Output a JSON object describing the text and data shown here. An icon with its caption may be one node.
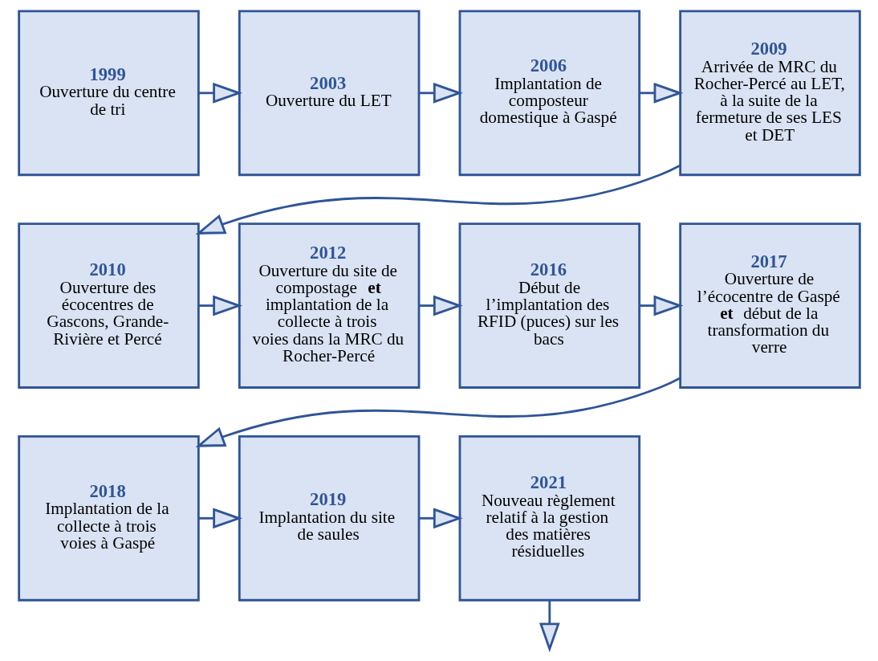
{
  "diagram": {
    "nodes": [
      {
        "text": [
          "1999",
          "Ouverture du centre de tri"
        ]
      },
      {
        "text": [
          "2003",
          "Ouverture du LET"
        ]
      },
      {
        "text": [
          "2006",
          "Implantation de composteur domestique à Gaspé"
        ]
      },
      {
        "text": [
          "2009",
          "Arrivée de MRC du Rocher-Percé au LET, à la suite de la fermeture de ses LES et DET"
        ]
      },
      {
        "text": [
          "2010",
          "Ouverture des écocentres de Gascons, Grande-Rivière et Percé"
        ]
      },
      {
        "text": [
          "2012",
          "Ouverture du site de compostage **et** implantation de la collecte à trois voies dans la MRC du Rocher-Percé"
        ]
      },
      {
        "text": [
          "2016",
          "Début de l’implantation des RFID (puces) sur les bacs"
        ]
      },
      {
        "text": [
          "2017",
          "Ouverture de l’écocentre de Gaspé **et** début de la transformation du verre"
        ]
      },
      {
        "text": [
          "2018",
          "Implantation de la collecte à trois voies à Gaspé"
        ]
      },
      {
        "text": [
          "2019",
          "Implantation du site de saules"
        ]
      },
      {
        "text": [
          "2021",
          "Nouveau règlement relatif à la gestion des matières résiduelles"
        ]
      }
    ],
    "edges": [
      {
        "from": 0,
        "to": 1,
        "arrow": "to"
      },
      {
        "from": 1,
        "to": 2,
        "arrow": "to"
      },
      {
        "from": 2,
        "to": 3,
        "arrow": "to"
      },
      {
        "from": 3,
        "to": 4,
        "arrow": "to"
      },
      {
        "from": 4,
        "to": 5,
        "arrow": "to"
      },
      {
        "from": 5,
        "to": 6,
        "arrow": "to"
      },
      {
        "from": 6,
        "to": 7,
        "arrow": "to"
      },
      {
        "from": 7,
        "to": 8,
        "arrow": "to"
      },
      {
        "from": 8,
        "to": 9,
        "arrow": "to"
      },
      {
        "from": 9,
        "to": 10,
        "arrow": "to"
      },
      {
        "from": 10,
        "to": null,
        "arrow": "to"
      }
    ]
  }
}
